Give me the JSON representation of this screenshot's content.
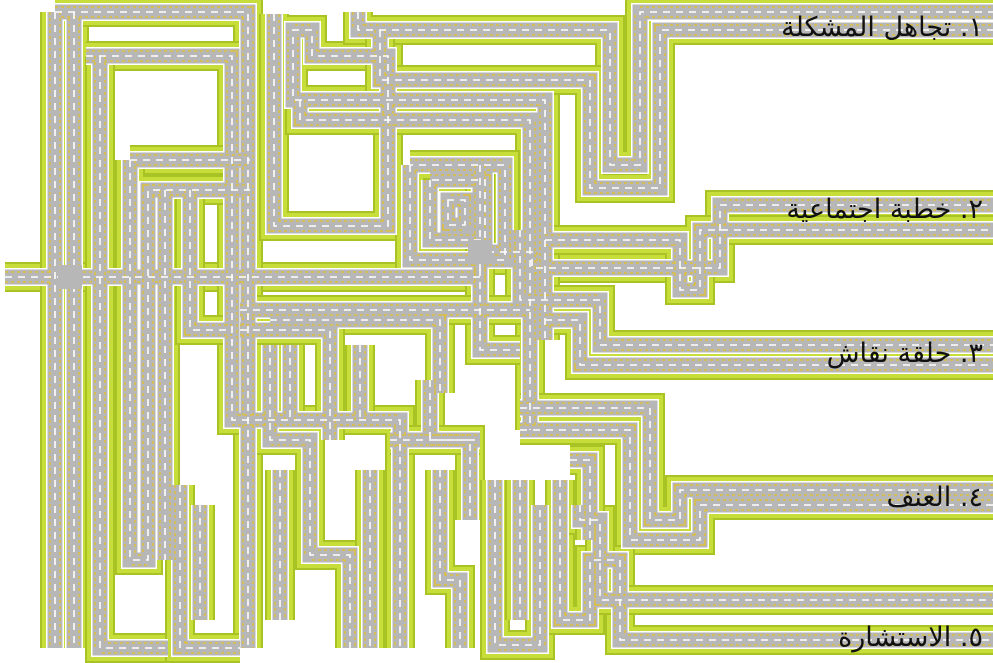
{
  "colors": {
    "grass": "#c6dd3a",
    "grass_edge": "#a9c224",
    "asphalt": "#b7b7b7",
    "edge_line": "#ffffff",
    "center_dash": "#ffffff",
    "side_dash": "#f2c400",
    "background": "#ffffff"
  },
  "exits": [
    {
      "number": "١.",
      "label": "تجاهل المشكلة"
    },
    {
      "number": "٢.",
      "label": "خطبة اجتماعية"
    },
    {
      "number": "٣.",
      "label": "حلقة نقاش"
    },
    {
      "number": "٤.",
      "label": "العنف"
    },
    {
      "number": "٥.",
      "label": "الاستشارة"
    }
  ]
}
